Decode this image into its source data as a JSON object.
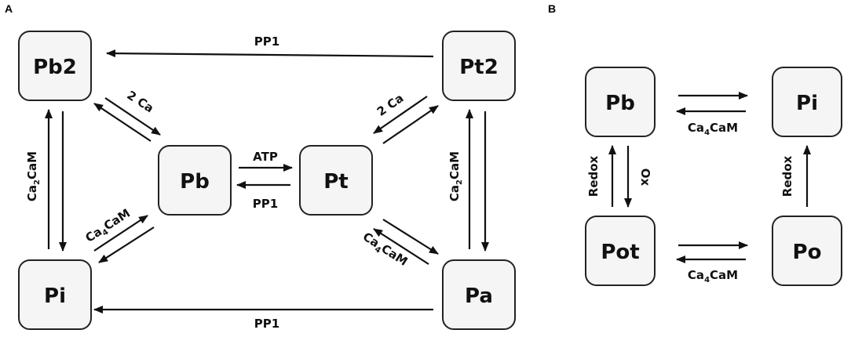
{
  "panels": {
    "a": "A",
    "b": "B"
  },
  "panel_a": {
    "nodes": {
      "pb2": "Pb2",
      "pt2": "Pt2",
      "pb": "Pb",
      "pt": "Pt",
      "pi": "Pi",
      "pa": "Pa"
    },
    "labels": {
      "pp1_top": "PP1",
      "pp1_bottom": "PP1",
      "pp1_mid": "PP1",
      "atp": "ATP",
      "two_ca_left": "2 Ca",
      "two_ca_right": "2 Ca",
      "ca2cam_left": {
        "pre": "Ca",
        "sub": "2",
        "post": "CaM"
      },
      "ca2cam_right": {
        "pre": "Ca",
        "sub": "2",
        "post": "CaM"
      },
      "ca4cam_left": {
        "pre": "Ca",
        "sub": "4",
        "post": "CaM"
      },
      "ca4cam_right": {
        "pre": "Ca",
        "sub": "4",
        "post": "CaM"
      }
    }
  },
  "panel_b": {
    "nodes": {
      "pb": "Pb",
      "pi": "Pi",
      "pot": "Pot",
      "po": "Po"
    },
    "labels": {
      "ca4cam_top": {
        "pre": "Ca",
        "sub": "4",
        "post": "CaM"
      },
      "ca4cam_bottom": {
        "pre": "Ca",
        "sub": "4",
        "post": "CaM"
      },
      "redox_left": "Redox",
      "redox_right": "Redox",
      "ox": "Ox"
    }
  }
}
